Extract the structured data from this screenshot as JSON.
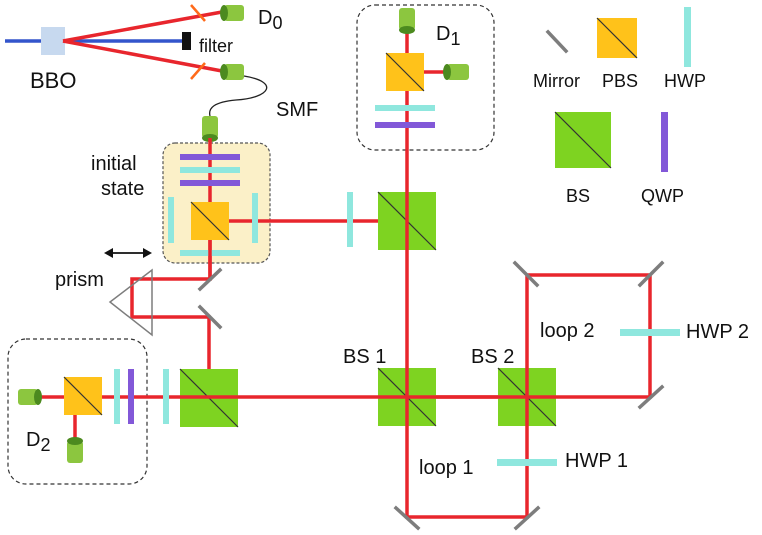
{
  "labels": {
    "bbo": "BBO",
    "filter": "filter",
    "d0": "D",
    "d0_sub": "0",
    "d1": "D",
    "d1_sub": "1",
    "d2": "D",
    "d2_sub": "2",
    "smf": "SMF",
    "initial": "initial",
    "state": "state",
    "prism": "prism",
    "bs1": "BS 1",
    "bs2": "BS 2",
    "loop1": "loop 1",
    "loop2": "loop 2",
    "hwp1": "HWP 1",
    "hwp2": "HWP 2"
  },
  "legend": {
    "mirror": "Mirror",
    "pbs": "PBS",
    "hwp": "HWP",
    "bs": "BS",
    "qwp": "QWP"
  },
  "colors": {
    "beam": "#e8262d",
    "pump": "#3355cc",
    "pbs": "#ffc21a",
    "bs": "#7ed321",
    "hwp": "#8fe7de",
    "qwp": "#8258d8",
    "mirror": "#7d7d7d",
    "detector": "#8cc63f",
    "initial_box": "#fbf0c8"
  }
}
